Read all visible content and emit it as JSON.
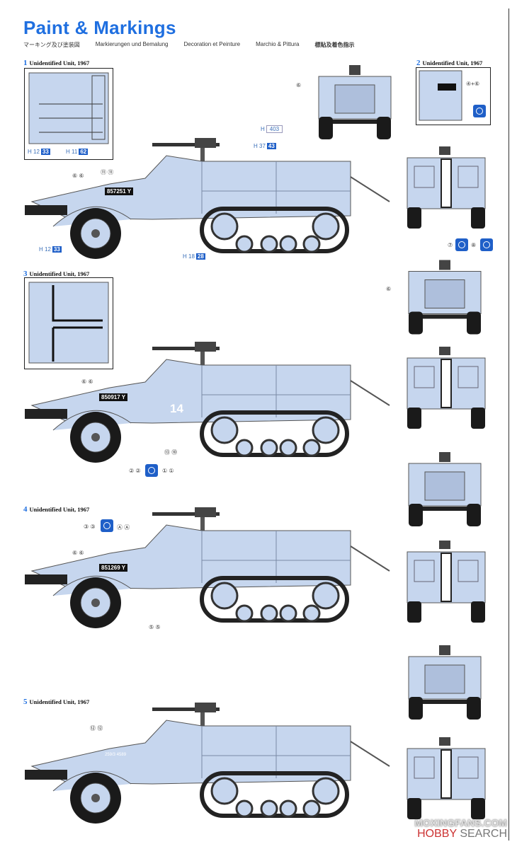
{
  "title": "Paint & Markings",
  "subtitles": [
    "マーキング及び塗装図",
    "Markierungen und Bemalung",
    "Decoration et Peinture",
    "Marchio & Pittura",
    "標貼及着色指示"
  ],
  "sections": [
    {
      "num": "1",
      "label": "Unidentified Unit, 1967"
    },
    {
      "num": "2",
      "label": "Unidentified Unit, 1967"
    },
    {
      "num": "3",
      "label": "Unidentified Unit, 1967"
    },
    {
      "num": "4",
      "label": "Unidentified Unit, 1967"
    },
    {
      "num": "5",
      "label": "Unidentified Unit, 1967"
    }
  ],
  "plates": [
    "857251 Y",
    "850917 Y",
    "851269 Y",
    "259/3 4589"
  ],
  "hull_number": "14",
  "decals": {
    "d66": "⑥ ⑥",
    "d1111": "⑪ ⑪",
    "d6": "⑥",
    "d46": "④+⑥",
    "d7": "⑦",
    "d8": "⑧",
    "d1310": "⑬ ⑩",
    "d22": "② ②",
    "d11": "① ①",
    "d33": "③ ③",
    "dAA": "Ⓐ Ⓐ",
    "d55": "⑤ ⑤",
    "d1212": "⑫ ⑫"
  },
  "paints": {
    "h12": {
      "h": "H 12",
      "m": "33"
    },
    "h11": {
      "h": "H 11",
      "m": "62"
    },
    "h403": {
      "h": "H",
      "u": "403"
    },
    "h37": {
      "h": "H 37",
      "m": "43"
    },
    "h18": {
      "h": "H 18",
      "m": "28"
    }
  },
  "watermark": {
    "site": "MOXINGFANS.COM",
    "brand1": "HOBBY",
    "brand2": "SEARCH"
  },
  "colors": {
    "vehicle": "#c6d6ee",
    "accent": "#1f6fe0"
  }
}
